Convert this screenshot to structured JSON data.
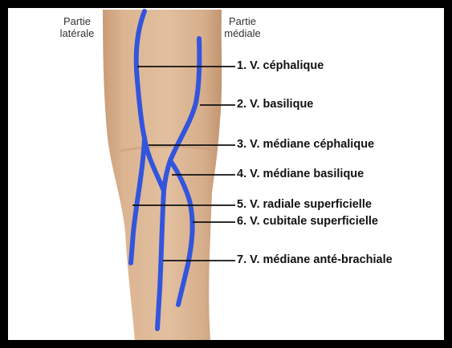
{
  "colors": {
    "vein": "#3355dd",
    "skin": "#ddb795",
    "skin_shadow": "#c79c78",
    "leader": "#111111",
    "frame": "#000000"
  },
  "side_labels": {
    "lateral": "Partie\nlatérale",
    "medial": "Partie\nmédiale"
  },
  "veins": [
    {
      "label": "1. V. céphalique"
    },
    {
      "label": "2. V. basilique"
    },
    {
      "label": "3. V. médiane céphalique"
    },
    {
      "label": "4. V. médiane basilique"
    },
    {
      "label": "5. V. radiale superficielle"
    },
    {
      "label": "6. V. cubitale superficielle"
    },
    {
      "label": "7. V. médiane anté-brachiale"
    }
  ]
}
